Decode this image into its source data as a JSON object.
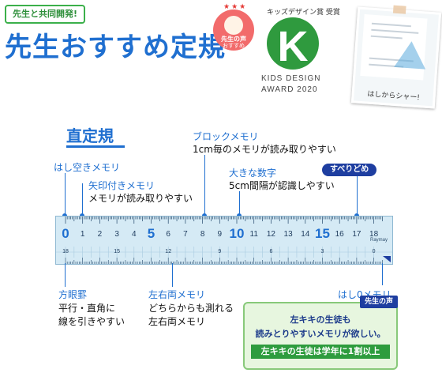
{
  "header": {
    "collab_badge": "先生と共同開発!",
    "title": "先生おすすめ定規",
    "teacher_stamp_line1": "先生の声",
    "teacher_stamp_line2": "おすすめ",
    "award_caption": "キッズデザイン賞 受賞",
    "award_logo_letter": "K",
    "award_line1": "KIDS DESIGN",
    "award_line2": "AWARD 2020",
    "photo_caption": "はしからシャー!"
  },
  "annotations": {
    "straight_ruler": "直定規",
    "hole_scale": {
      "title": "はし空きメモリ"
    },
    "arrow_scale": {
      "title": "矢印付きメモリ",
      "desc": "メモリが読み取りやすい"
    },
    "block_scale": {
      "title": "ブロックメモリ",
      "desc": "1cm毎のメモリが読み取りやすい"
    },
    "big_numbers": {
      "title": "大きな数字",
      "desc": "5cm間隔が認識しやすい"
    },
    "non_slip": {
      "title": "すべりどめ"
    },
    "grid_lines": {
      "title": "方眼罫",
      "desc1": "平行・直角に",
      "desc2": "線を引きやすい"
    },
    "both_side_scale": {
      "title": "左右両メモリ",
      "desc1": "どちらからも測れる",
      "desc2": "左右両メモリ"
    },
    "edge_zero": {
      "title": "はし0メモリ"
    }
  },
  "ruler": {
    "top_numbers": [
      "0",
      "1",
      "2",
      "3",
      "4",
      "5",
      "6",
      "7",
      "8",
      "9",
      "10",
      "11",
      "12",
      "13",
      "14",
      "15",
      "16",
      "17",
      "18"
    ],
    "big_numbers": [
      "0",
      "5",
      "10",
      "15"
    ],
    "bottom_numbers": [
      "18",
      "",
      "",
      "15",
      "",
      "",
      "12",
      "",
      "",
      "9",
      "",
      "",
      "6",
      "",
      "",
      "3",
      "",
      "",
      "0"
    ],
    "brand": "Raymay"
  },
  "teacher_voice": {
    "tag": "先生の声",
    "line1": "左キキの生徒も",
    "line2": "読みとりやすいメモリが欲しい。",
    "highlight": "左キキの生徒は学年に1割以上"
  },
  "colors": {
    "blue": "#1f6fd0",
    "navy": "#1e3ea0",
    "green": "#2e9c3e",
    "ruler": "#d5eaf5"
  }
}
